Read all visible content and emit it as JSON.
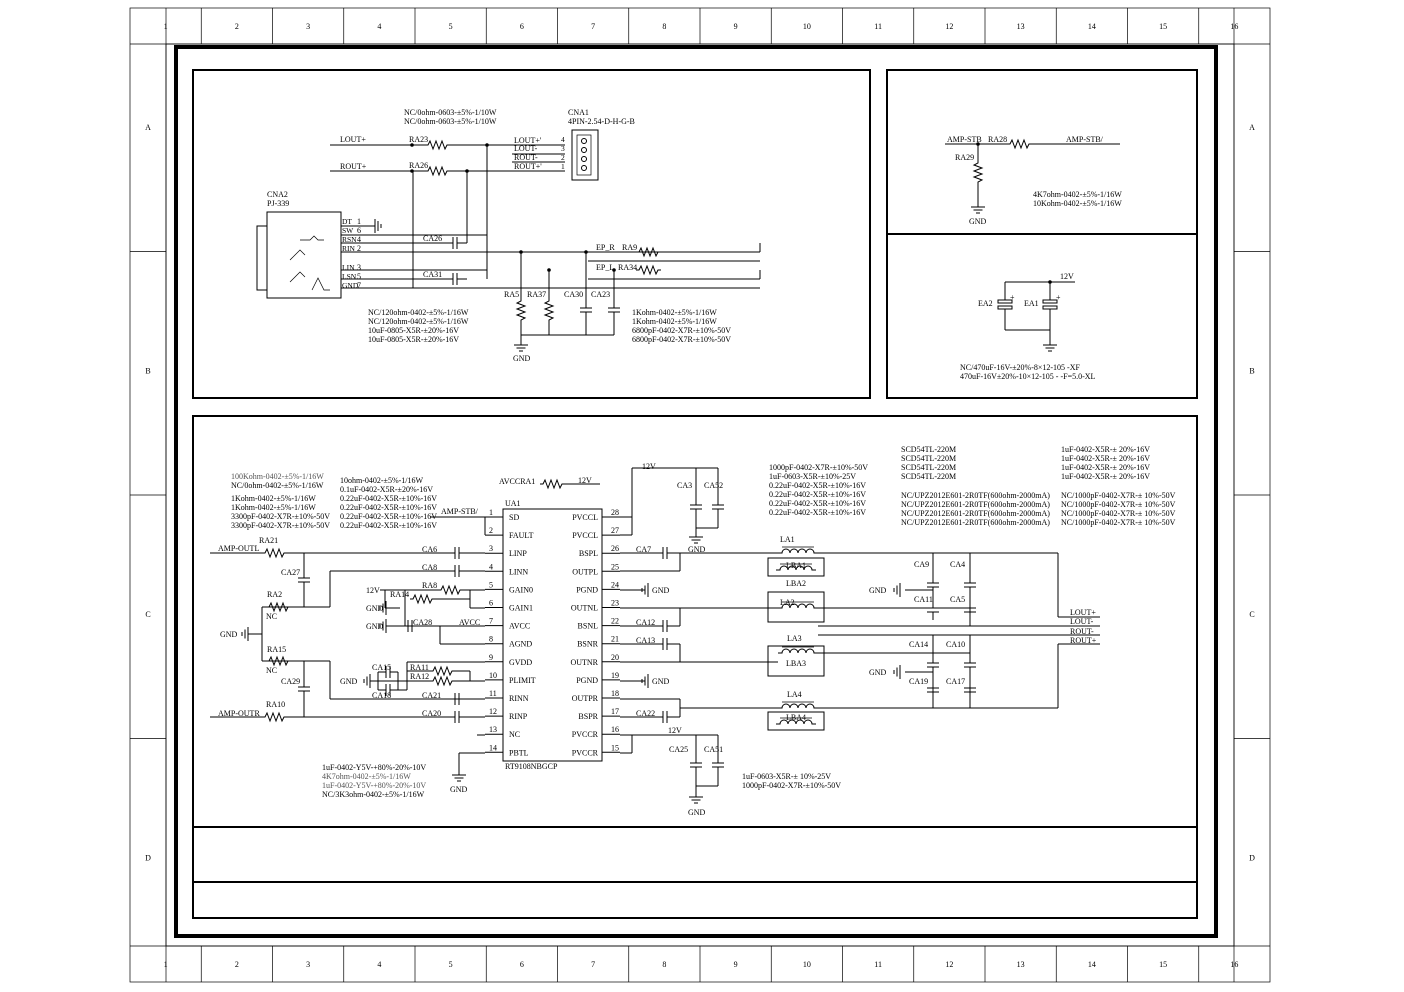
{
  "frame": {
    "cols": [
      "1",
      "2",
      "3",
      "4",
      "5",
      "6",
      "7",
      "8",
      "9",
      "10",
      "11",
      "12",
      "13",
      "14",
      "15",
      "16"
    ],
    "rows": [
      "A",
      "B",
      "C",
      "D"
    ]
  },
  "sheet1": {
    "cna1": {
      "ref": "CNA1",
      "value": "4PIN-2.54-D-H-G-B",
      "pins": [
        "4",
        "3",
        "2",
        "1"
      ],
      "nets": [
        "LOUT+'",
        "LOUT-",
        "ROUT-",
        "ROUT+'"
      ]
    },
    "ra23": {
      "ref": "RA23"
    },
    "ra26": {
      "ref": "RA26"
    },
    "res_values": [
      "NC/0ohm-0603-±5%-1/10W",
      "NC/0ohm-0603-±5%-1/10W"
    ],
    "lout_plus": "LOUT+",
    "rout_plus": "ROUT+",
    "cna2": {
      "ref": "CNA2",
      "value": "PJ-339",
      "pins": [
        "1",
        "6",
        "4",
        "2",
        "3",
        "5",
        "7"
      ],
      "pin_names": [
        "DT",
        "SW",
        "RSN",
        "RIN",
        "LIN",
        "LSN",
        "GND"
      ]
    },
    "ca26": "CA26",
    "ca31": "CA31",
    "ep_r": "EP_R",
    "ep_l": "EP_L",
    "ra9": "RA9",
    "ra34": "RA34",
    "ra5": "RA5",
    "ra37": "RA37",
    "ca30": "CA30",
    "ca23": "CA23",
    "gnd": "GND",
    "notes_left": [
      "NC/120ohm-0402-±5%-1/16W",
      "NC/120ohm-0402-±5%-1/16W",
      "10uF-0805-X5R-±20%-16V",
      "10uF-0805-X5R-±20%-16V"
    ],
    "notes_right": [
      "1Kohm-0402-±5%-1/16W",
      "1Kohm-0402-±5%-1/16W",
      "6800pF-0402-X7R-±10%-50V",
      "6800pF-0402-X7R-±10%-50V"
    ]
  },
  "sheet2": {
    "amp_stb_left": "AMP-STB",
    "amp_stb_right": "AMP-STB/",
    "ra28": "RA28",
    "ra29": "RA29",
    "gnd": "GND",
    "notes": [
      "4K7ohm-0402-±5%-1/16W",
      "10Kohm-0402-±5%-1/16W"
    ]
  },
  "sheet3": {
    "v12": "12V",
    "ea2": "EA2",
    "ea1": "EA1",
    "notes": [
      "NC/470uF-16V-±20%-8×12-105    -XF",
      "470uF-16V±20%-10×12-105    -    -F=5.0-XL"
    ]
  },
  "amp": {
    "ref": "UA1",
    "part": "RT9108NBGCP",
    "avcc_label": "AVCCRA1",
    "v12": "12V",
    "left_pins": [
      {
        "num": "1",
        "name": "SD"
      },
      {
        "num": "2",
        "name": "FAULT"
      },
      {
        "num": "3",
        "name": "LINP"
      },
      {
        "num": "4",
        "name": "LINN"
      },
      {
        "num": "5",
        "name": "GAIN0"
      },
      {
        "num": "6",
        "name": "GAIN1"
      },
      {
        "num": "7",
        "name": "AVCC"
      },
      {
        "num": "8",
        "name": "AGND"
      },
      {
        "num": "9",
        "name": "GVDD"
      },
      {
        "num": "10",
        "name": "PLIMIT"
      },
      {
        "num": "11",
        "name": "RINN"
      },
      {
        "num": "12",
        "name": "RINP"
      },
      {
        "num": "13",
        "name": "NC"
      },
      {
        "num": "14",
        "name": "PBTL"
      }
    ],
    "right_pins": [
      {
        "num": "28",
        "name": "PVCCL"
      },
      {
        "num": "27",
        "name": "PVCCL"
      },
      {
        "num": "26",
        "name": "BSPL"
      },
      {
        "num": "25",
        "name": "OUTPL"
      },
      {
        "num": "24",
        "name": "PGND"
      },
      {
        "num": "23",
        "name": "OUTNL"
      },
      {
        "num": "22",
        "name": "BSNL"
      },
      {
        "num": "21",
        "name": "BSNR"
      },
      {
        "num": "20",
        "name": "OUTNR"
      },
      {
        "num": "19",
        "name": "PGND"
      },
      {
        "num": "18",
        "name": "OUTPR"
      },
      {
        "num": "17",
        "name": "BSPR"
      },
      {
        "num": "16",
        "name": "PVCCR"
      },
      {
        "num": "15",
        "name": "PVCCR"
      }
    ],
    "amp_stb": "AMP-STB/",
    "amp_outl": "AMP-OUTL",
    "amp_outr": "AMP-OUTR",
    "ra21": "RA21",
    "ca27": "CA27",
    "ra2": "RA2",
    "nc": "NC",
    "ra15": "RA15",
    "ca29": "CA29",
    "ra10": "RA10",
    "ca6": "CA6",
    "ca8": "CA8",
    "ra8": "RA8",
    "ra14": "RA14",
    "ca28": "CA28",
    "avcc": "AVCC",
    "ca15": "CA15",
    "ra11": "RA11",
    "ra12": "RA12",
    "ca18": "CA18",
    "ca21": "CA21",
    "ca20": "CA20",
    "ca3": "CA3",
    "ca52": "CA52",
    "ca25": "CA25",
    "ca51": "CA51",
    "ca7": "CA7",
    "ca12": "CA12",
    "ca13": "CA13",
    "ca22": "CA22",
    "la1": "LA1",
    "lba1": "LBA1",
    "lba2": "LBA2",
    "la2": "LA2",
    "la3": "LA3",
    "lba3": "LBA3",
    "la4": "LA4",
    "lba4": "LBA4",
    "ca9": "CA9",
    "ca4": "CA4",
    "ca11": "CA11",
    "ca5": "CA5",
    "ca14": "CA14",
    "ca10": "CA10",
    "ca19": "CA19",
    "ca17": "CA17",
    "gnd": "GND",
    "out_nets": [
      "LOUT+",
      "LOUT-",
      "ROUT-",
      "ROUT+"
    ],
    "notes_in_a": [
      "100Kohm-0402-±5%-1/16W",
      "NC/0ohm-0402-±5%-1/16W"
    ],
    "notes_in_b": [
      "1Kohm-0402-±5%-1/16W",
      "1Kohm-0402-±5%-1/16W",
      "3300pF-0402-X7R-±10%-50V",
      "3300pF-0402-X7R-±10%-50V"
    ],
    "notes_mid": [
      "10ohm-0402-±5%-1/16W",
      "0.1uF-0402-X5R-±20%-16V",
      "0.22uF-0402-X5R-±10%-16V",
      "0.22uF-0402-X5R-±10%-16V",
      "0.22uF-0402-X5R-±10%-16V",
      "0.22uF-0402-X5R-±10%-16V"
    ],
    "notes_cap": [
      "1000pF-0402-X7R-±10%-50V",
      "1uF-0603-X5R-±10%-25V",
      "0.22uF-0402-X5R-±10%-16V",
      "0.22uF-0402-X5R-±10%-16V",
      "0.22uF-0402-X5R-±10%-16V",
      "0.22uF-0402-X5R-±10%-16V"
    ],
    "notes_ind": [
      "SCD54TL-220M",
      "SCD54TL-220M",
      "SCD54TL-220M",
      "SCD54TL-220M"
    ],
    "notes_bead": [
      "NC/UPZ2012E601-2R0TF(600ohm-2000mA)",
      "NC/UPZ2012E601-2R0TF(600ohm-2000mA)",
      "NC/UPZ2012E601-2R0TF(600ohm-2000mA)",
      "NC/UPZ2012E601-2R0TF(600ohm-2000mA)"
    ],
    "notes_out_a": [
      "1uF-0402-X5R-± 20%-16V",
      "1uF-0402-X5R-± 20%-16V",
      "1uF-0402-X5R-± 20%-16V",
      "1uF-0402-X5R-± 20%-16V"
    ],
    "notes_out_b": [
      "NC/1000pF-0402-X7R-± 10%-50V",
      "NC/1000pF-0402-X7R-± 10%-50V",
      "NC/1000pF-0402-X7R-± 10%-50V",
      "NC/1000pF-0402-X7R-± 10%-50V"
    ],
    "notes_bottom": [
      "1uF-0402-Y5V-+80%-20%-10V",
      "4K7ohm-0402-±5%-1/16W",
      "1uF-0402-Y5V-+80%-20%-10V",
      "NC/3K3ohm-0402-±5%-1/16W"
    ],
    "notes_bulk": [
      "1uF-0603-X5R-± 10%-25V",
      "1000pF-0402-X7R-±10%-50V"
    ]
  }
}
